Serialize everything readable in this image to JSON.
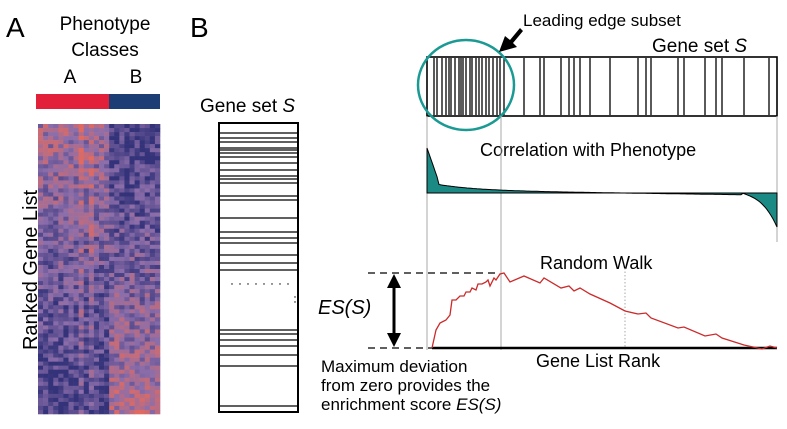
{
  "panel_a": {
    "letter": "A",
    "header_line1": "Phenotype",
    "header_line2": "Classes",
    "class_a": "A",
    "class_b": "B",
    "ylabel": "Ranked Gene List",
    "class_a_color": "#e2203a",
    "class_b_color": "#1c3e74",
    "heatmap_low_color": "#34337a",
    "heatmap_high_color": "#e36a5e"
  },
  "panel_b": {
    "letter": "B",
    "leading_edge_label": "Leading edge subset",
    "gene_set_label_prefix": "Gene set ",
    "gene_set_label_italic": "S",
    "correlation_label": "Correlation with Phenotype",
    "random_walk_label": "Random Walk",
    "es_label": "ES(S)",
    "gene_list_rank_label": "Gene List Rank",
    "caption_line1": "Maximum deviation",
    "caption_line2": "from zero provides the",
    "caption_line3_prefix": "enrichment score ",
    "caption_line3_italic": "ES(S)",
    "circle_color": "#1a9a93",
    "correlation_fill_color": "#1c8a84",
    "walk_line_color": "#cc2a2a"
  }
}
